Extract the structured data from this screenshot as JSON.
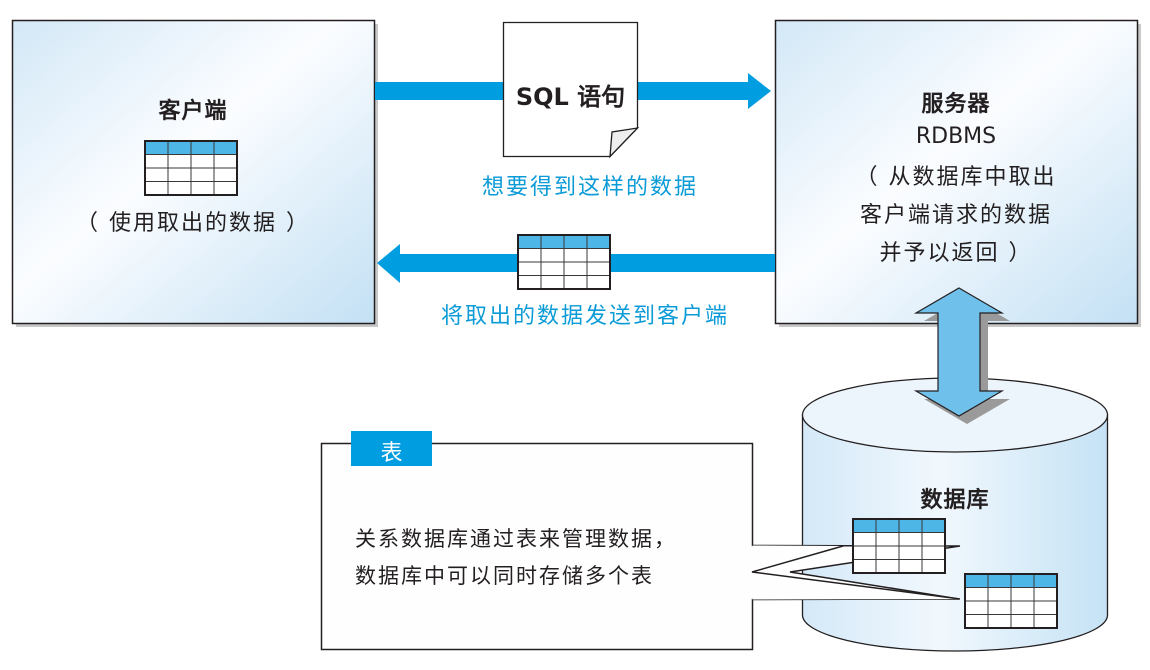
{
  "client": {
    "title": "客户端",
    "description": "（ 使用取出的数据 ）"
  },
  "server": {
    "title": "服务器",
    "subtitle": "RDBMS",
    "description_lines": [
      "（ 从数据库中取出",
      "客户端请求的数据",
      "并予以返回 ）"
    ]
  },
  "request": {
    "document_label": "SQL 语句",
    "caption": "想要得到这样的数据"
  },
  "response": {
    "caption": "将取出的数据发送到客户端"
  },
  "database": {
    "label": "数据库"
  },
  "callout": {
    "tag": "表",
    "lines": [
      "关系数据库通过表来管理数据，",
      "数据库中可以同时存储多个表"
    ]
  },
  "colors": {
    "arrow_blue": "#009de0",
    "double_arrow_blue": "#6fc0ea",
    "table_header_blue": "#4db6e6",
    "tag_blue": "#009de0",
    "caption_blue": "#0b9bd7",
    "box_fill_light": "#ffffff",
    "box_fill_tint": "#c6e2f5"
  }
}
